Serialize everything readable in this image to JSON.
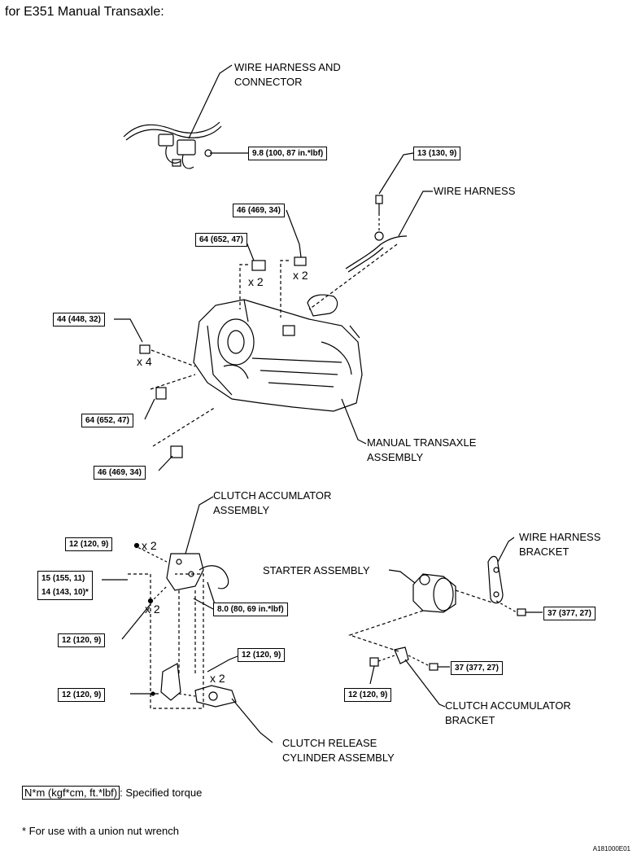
{
  "header": {
    "title": "for E351 Manual Transaxle:"
  },
  "components": {
    "wire_harness_connector": [
      "WIRE HARNESS AND",
      "CONNECTOR"
    ],
    "wire_harness": "WIRE HARNESS",
    "manual_transaxle": [
      "MANUAL TRANSAXLE",
      "ASSEMBLY"
    ],
    "clutch_accumulator": [
      "CLUTCH ACCUMLATOR",
      "ASSEMBLY"
    ],
    "wire_harness_bracket": [
      "WIRE HARNESS",
      "BRACKET"
    ],
    "starter": "STARTER ASSEMBLY",
    "clutch_accumulator_bracket": [
      "CLUTCH ACCUMULATOR",
      "BRACKET"
    ],
    "clutch_release_cylinder": [
      "CLUTCH RELEASE",
      "CYLINDER ASSEMBLY"
    ]
  },
  "torques": {
    "t_9_8": "9.8 (100, 87 in.*lbf)",
    "t_13": "13 (130, 9)",
    "t_46_top": "46 (469, 34)",
    "t_64_top": "64 (652, 47)",
    "t_44": "44 (448, 32)",
    "t_64_mid": "64 (652, 47)",
    "t_46_bot": "46 (469, 34)",
    "t_12_a": "12 (120, 9)",
    "t_15": "15 (155, 11)",
    "t_14": "14 (143, 10)*",
    "t_8_0": "8.0 (80, 69 in.*lbf)",
    "t_12_b": "12 (120, 9)",
    "t_12_c": "12 (120, 9)",
    "t_12_d": "12 (120, 9)",
    "t_37_a": "37 (377, 27)",
    "t_37_b": "37 (377, 27)",
    "t_12_e": "12 (120, 9)"
  },
  "multipliers": {
    "m1": "x 2",
    "m2": "x 2",
    "m3": "x 4",
    "m4": "x 2",
    "m5": "x 2",
    "m6": "x 2"
  },
  "legend": {
    "unit": "N*m (kgf*cm, ft.*lbf)",
    "text": ": Specified torque"
  },
  "footnote": "* For use with a union nut wrench",
  "figure_id": "A181000E01"
}
